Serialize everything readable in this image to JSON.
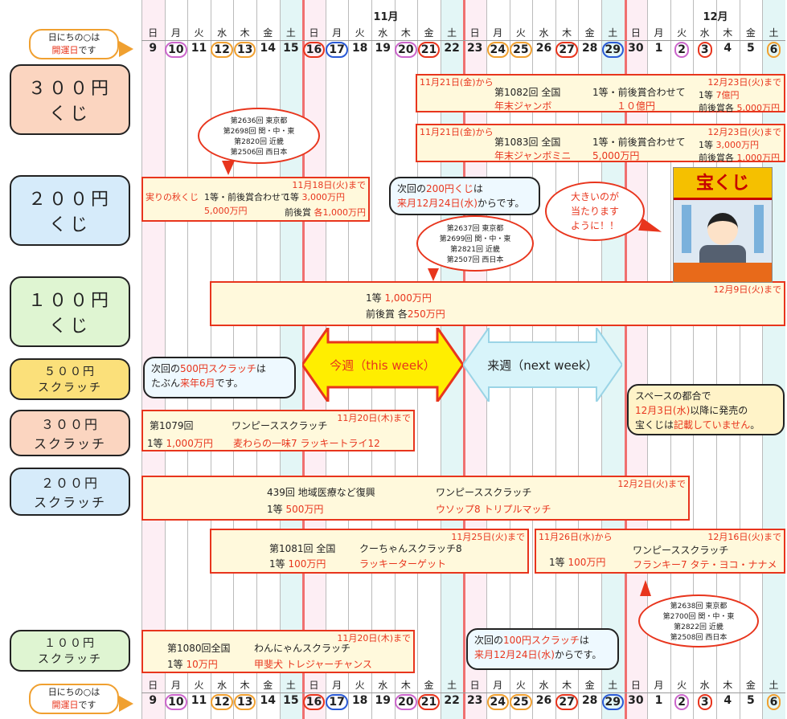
{
  "months": {
    "nov": "11月",
    "dec": "12月"
  },
  "weekdays": [
    "日",
    "月",
    "火",
    "水",
    "木",
    "金",
    "土",
    "日",
    "月",
    "火",
    "水",
    "木",
    "金",
    "土",
    "日",
    "月",
    "火",
    "水",
    "木",
    "金",
    "土",
    "日",
    "月",
    "火",
    "水",
    "木",
    "金",
    "土",
    "日",
    "月",
    "火",
    "水",
    "木",
    "金",
    "土"
  ],
  "dates": [
    "9",
    "10",
    "11",
    "12",
    "13",
    "14",
    "15",
    "16",
    "17",
    "18",
    "19",
    "20",
    "21",
    "22",
    "23",
    "24",
    "25",
    "26",
    "27",
    "28",
    "29",
    "30",
    "1",
    "2",
    "3",
    "4",
    "5",
    "6"
  ],
  "lucky_note": {
    "line1": "日にちの○は",
    "line2a": "開運日",
    "line2b": "です"
  },
  "categories": {
    "c300": {
      "l1": "３００円",
      "l2": "くじ"
    },
    "c200": {
      "l1": "２００円",
      "l2": "くじ"
    },
    "c100": {
      "l1": "１００円",
      "l2": "くじ"
    },
    "s500": {
      "l1": "５００円",
      "l2": "スクラッチ"
    },
    "s300": {
      "l1": "３００円",
      "l2": "スクラッチ"
    },
    "s200": {
      "l1": "２００円",
      "l2": "スクラッチ"
    },
    "s100": {
      "l1": "１００円",
      "l2": "スクラッチ"
    }
  },
  "lotteries": {
    "jumbo": {
      "start": "11月21日(金)から",
      "end": "12月23日(火)まで",
      "name": "第1082回 全国",
      "title": "年末ジャンボ",
      "prize_label": "1等・前後賞合わせて",
      "prize": "１０億円",
      "p1": "1等",
      "p1v": "7億円",
      "p2": "前後賞各",
      "p2v": "5,000万円"
    },
    "mini": {
      "start": "11月21日(金)から",
      "end": "12月23日(火)まで",
      "name": "第1083回 全国",
      "title": "年末ジャンボミニ",
      "prize_label": "1等・前後賞合わせて",
      "prize": "5,000万円",
      "p1": "1等",
      "p1v": "3,000万円",
      "p2": "前後賞各",
      "p2v": "1,000万円"
    },
    "aki": {
      "title": "実りの秋くじ",
      "prize_label": "1等・前後賞合わせて",
      "prize": "5,000万円",
      "end": "11月18日(火)まで",
      "p1": "1等",
      "p1v": "3,000万円",
      "p2": "前後賞",
      "p2v": "各1,000万円"
    },
    "kuji100": {
      "p1": "1等",
      "p1v": "1,000万円",
      "p2": "前後賞 各",
      "p2v": "250万円",
      "end": "12月9日(火)まで"
    },
    "s300": {
      "no": "第1079回",
      "name": "ワンピーススクラッチ",
      "end": "11月20日(木)まで",
      "p1": "1等",
      "p1v": "1,000万円",
      "title": "麦わらの一味7 ラッキートライ12"
    },
    "s200a": {
      "no": "439回 地域医療など復興",
      "name": "ワンピーススクラッチ",
      "end": "12月2日(火)まで",
      "p1": "1等",
      "p1v": "500万円",
      "title": "ウソップ8 トリプルマッチ"
    },
    "s200b": {
      "no": "第1081回 全国",
      "name": "クーちゃんスクラッチ8",
      "end": "11月25日(火)まで",
      "p1": "1等",
      "p1v": "100万円",
      "title": "ラッキーターゲット"
    },
    "s200c": {
      "start": "11月26日(水)から",
      "end": "12月16日(火)まで",
      "name": "ワンピーススクラッチ",
      "p1": "1等",
      "p1v": "100万円",
      "title": "フランキー7 タテ・ヨコ・ナナメ"
    },
    "s100": {
      "no": "第1080回全国",
      "name": "わんにゃんスクラッチ",
      "end": "11月20日(木)まで",
      "p1": "1等",
      "p1v": "10万円",
      "title": "甲斐犬 トレジャーチャンス"
    }
  },
  "bubbles": {
    "b1": [
      "第2636回 東京都",
      "第2698回 関・中・東",
      "第2820回 近畿",
      "第2506回 西日本"
    ],
    "b2": [
      "第2637回 東京都",
      "第2699回 関・中・東",
      "第2821回 近畿",
      "第2507回 西日本"
    ],
    "b3": [
      "第2638回 東京都",
      "第2700回 関・中・東",
      "第2822回 近畿",
      "第2508回 西日本"
    ],
    "lucky": [
      "大きいのが",
      "当たります",
      "ように！！"
    ]
  },
  "notes": {
    "next200a": "次回の",
    "next200b": "200円くじ",
    "next200c": "は",
    "next200d": "来月12月24日(水)",
    "next200e": "からです。",
    "next500a": "次回の",
    "next500b": "500円スクラッチ",
    "next500c": "は",
    "next500d": "たぶん",
    "next500e": "来年6月",
    "next500f": "です。",
    "next100a": "次回の",
    "next100b": "100円スクラッチ",
    "next100c": "は",
    "next100d": "来月12月24日(水)",
    "next100e": "からです。",
    "space1": "スペースの都合で",
    "space2a": "12月3日(水)",
    "space2b": "以降に発売の",
    "space3a": "宝くじは",
    "space3b": "記載していません",
    "space3c": "。"
  },
  "weeks": {
    "this": "今週（this week）",
    "next": "来週（next week）"
  },
  "shop_sign": "宝くじ"
}
